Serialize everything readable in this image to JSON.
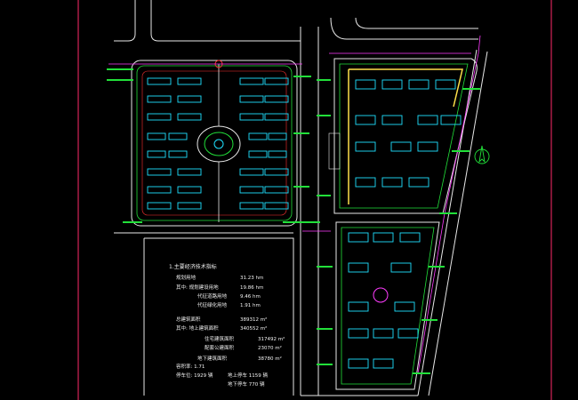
{
  "drawing": {
    "colors": {
      "background": "#000000",
      "frame": "#ff2a6a",
      "road": "#e8e8e8",
      "green": "#22e03a",
      "cyan": "#1fe0ff",
      "magenta": "#ff3cff",
      "red": "#ff3030",
      "yellow": "#ffe14a",
      "text": "#f2f2f2"
    },
    "icons": [
      "north-arrow-icon",
      "roundabout-plaza-icon"
    ]
  },
  "table": {
    "title": "1.主要经济技术指标",
    "rows": [
      {
        "label": "规划用地",
        "value": "31.23",
        "unit": "hm"
      },
      {
        "label": "其中: 规划建设用地",
        "value": "19.86",
        "unit": "hm"
      },
      {
        "label": "代征道路用地",
        "value": "9.46",
        "unit": "hm"
      },
      {
        "label": "代征绿化用地",
        "value": "1.91",
        "unit": "hm"
      },
      {
        "label": "总建筑面积",
        "value": "389312",
        "unit": "m²"
      },
      {
        "label": "其中: 地上建筑面积",
        "value": "340552",
        "unit": "m²"
      },
      {
        "label": "住宅建筑面积",
        "value": "317492",
        "unit": "m²"
      },
      {
        "label": "配套公建面积",
        "value": "23070",
        "unit": "m²"
      },
      {
        "label": "地下建筑面积",
        "value": "38780",
        "unit": "m²"
      },
      {
        "label": "容积率: 1.71",
        "value": "",
        "unit": ""
      },
      {
        "label": "停车位: 1929 辆",
        "value": "地上停车 1159 辆",
        "unit": ""
      },
      {
        "label": "",
        "value": "地下停车 770 辆",
        "unit": ""
      }
    ]
  }
}
